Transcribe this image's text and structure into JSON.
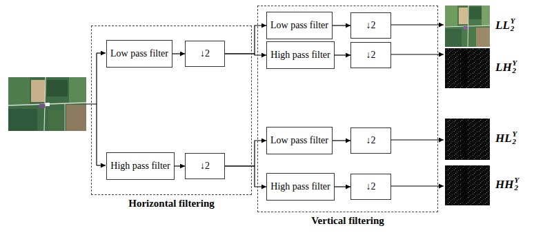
{
  "diagram": {
    "nodes": [
      {
        "text": [
          "Horizontal filtering"
        ]
      },
      {
        "text": [
          "Low pass filter"
        ],
        "in": 0
      },
      {
        "text": [
          "↓2"
        ],
        "in": 0
      },
      {
        "text": [
          "High pass filter"
        ],
        "in": 0
      },
      {
        "text": [
          "↓2"
        ],
        "in": 0
      },
      {
        "text": [
          "Vertical filtering"
        ]
      },
      {
        "text": [
          "Low pass filter"
        ],
        "in": 5
      },
      {
        "text": [
          "↓2"
        ],
        "in": 5
      },
      {
        "text": [
          "High pass filter"
        ],
        "in": 5
      },
      {
        "text": [
          "↓2"
        ],
        "in": 5
      },
      {
        "text": [
          "Low pass filter"
        ],
        "in": 5
      },
      {
        "text": [
          "↓2"
        ],
        "in": 5
      },
      {
        "text": [
          "High pass filter"
        ],
        "in": 5
      },
      {
        "text": [
          "↓2"
        ],
        "in": 5
      }
    ],
    "edges": [
      {
        "from": 1,
        "to": 2,
        "arrow": "to"
      },
      {
        "from": 3,
        "to": 4,
        "arrow": "to"
      },
      {
        "from": 2,
        "to": 6,
        "arrow": "to"
      },
      {
        "from": 2,
        "to": 8,
        "arrow": "to"
      },
      {
        "from": 4,
        "to": 10,
        "arrow": "to"
      },
      {
        "from": 4,
        "to": 12,
        "arrow": "to"
      },
      {
        "from": 6,
        "to": 7,
        "arrow": "to"
      },
      {
        "from": 8,
        "to": 9,
        "arrow": "to"
      },
      {
        "from": 10,
        "to": 11,
        "arrow": "to"
      },
      {
        "from": 12,
        "to": 13,
        "arrow": "to"
      }
    ],
    "labels": [
      "LL",
      "2",
      "Y",
      "LH",
      "2",
      "Y",
      "HL",
      "2",
      "Y",
      "HH",
      "2",
      "Y"
    ]
  }
}
